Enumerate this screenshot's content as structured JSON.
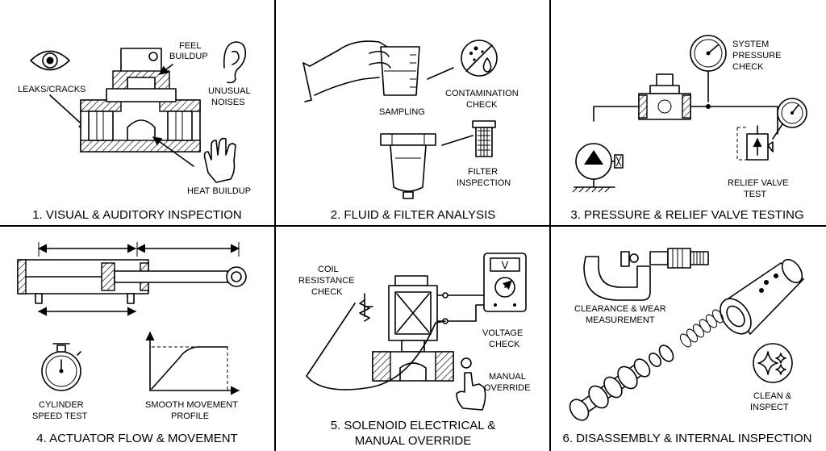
{
  "panels": [
    {
      "caption": "1. VISUAL & AUDITORY INSPECTION",
      "labels": {
        "leaks": "LEAKS/CRACKS",
        "feel1": "FEEL",
        "feel2": "BUILDUP",
        "noise1": "UNUSUAL",
        "noise2": "NOISES",
        "heat": "HEAT BUILDUP"
      }
    },
    {
      "caption": "2. FLUID & FILTER ANALYSIS",
      "labels": {
        "sampling": "SAMPLING",
        "contam1": "CONTAMINATION",
        "contam2": "CHECK",
        "filter1": "FILTER",
        "filter2": "INSPECTION"
      }
    },
    {
      "caption": "3. PRESSURE & RELIEF VALVE TESTING",
      "labels": {
        "sys1": "SYSTEM",
        "sys2": "PRESSURE",
        "sys3": "CHECK",
        "relief1": "RELIEF VALVE",
        "relief2": "TEST"
      }
    },
    {
      "caption": "4. ACTUATOR FLOW & MOVEMENT",
      "labels": {
        "speed1": "CYLINDER",
        "speed2": "SPEED TEST",
        "smooth1": "SMOOTH MOVEMENT",
        "smooth2": "PROFILE"
      }
    },
    {
      "caption1": "5. SOLENOID ELECTRICAL &",
      "caption2": "MANUAL OVERRIDE",
      "labels": {
        "coil1": "COIL",
        "coil2": "RESISTANCE",
        "coil3": "CHECK",
        "volt1": "VOLTAGE",
        "volt2": "CHECK",
        "manual1": "MANUAL",
        "manual2": "OVERRIDE",
        "meter": "V"
      }
    },
    {
      "caption": "6. DISASSEMBLY & INTERNAL INSPECTION",
      "labels": {
        "clear1": "CLEARANCE & WEAR",
        "clear2": "MEASUREMENT",
        "clean1": "CLEAN &",
        "clean2": "INSPECT"
      }
    }
  ]
}
